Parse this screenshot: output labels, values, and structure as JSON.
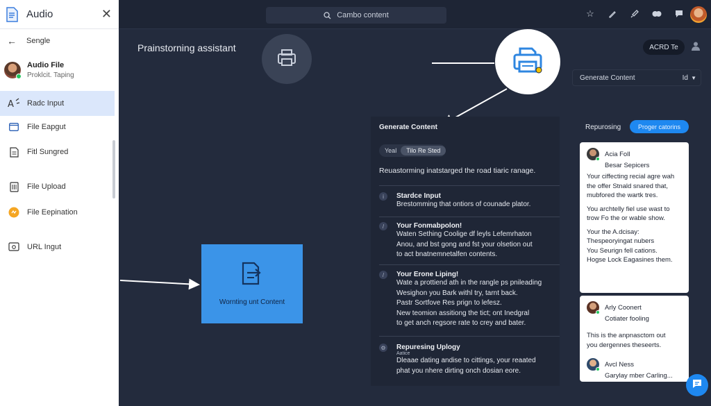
{
  "sidebar": {
    "title": "Audio",
    "back_label": "Sengle",
    "user": {
      "name": "Audio File",
      "subtitle": "Proklcit. Taping"
    },
    "items": [
      {
        "label": "Radc Input",
        "icon": "text-ai-icon",
        "active": true
      },
      {
        "label": "File Eapgut",
        "icon": "window-icon"
      },
      {
        "label": "Fitl Sungred",
        "icon": "document-icon"
      },
      {
        "label": "File Upload",
        "icon": "file-upload-icon"
      },
      {
        "label": "File Eepination",
        "icon": "orange-circle-icon"
      },
      {
        "label": "URL Ingut",
        "icon": "link-window-icon"
      }
    ]
  },
  "topbar": {
    "search_label": "Cambo content",
    "icons": [
      "star-icon",
      "pen-icon",
      "brush-icon",
      "cloud-icon",
      "chat-bubble-icon"
    ]
  },
  "main": {
    "heading": "Prainstorning assistant",
    "button_label": "ACRD Te",
    "dropdown": {
      "label": "Generate Content",
      "value": "Id"
    },
    "blue_box_label": "Wornting unt Content"
  },
  "generate_panel": {
    "title": "Generate Content",
    "tabs": [
      "Yeal",
      "Tilo Re Sted"
    ],
    "description": "Reuastorming inatstarged the road tiaric ranage.",
    "sections": [
      {
        "title": "Stardce Input",
        "icon": "info-icon",
        "lines": [
          "Brestomming that ontiors of counade plator."
        ]
      },
      {
        "title": "Your Fonmabpolon!",
        "icon": "edit-icon",
        "lines": [
          "Waten Sething Coolige df leyls Lefemrhaton",
          "Anou, and bst gong and fst your olsetion out",
          "to act bnatnemnetalfen contents."
        ]
      },
      {
        "title": "Your Erone Liping!",
        "icon": "edit-icon",
        "lines": [
          "Wate a prottiend ath in the rangle ps pnileading",
          "Wesighon you Bark withl try, tarnt back.",
          "Pastr Sortfove Res prign to lefesz.",
          "New teomion assitiong the tict; ont Inedgral",
          "to get anch regsore rate to crey and bater."
        ]
      },
      {
        "title": "Repuresing Uplogy",
        "subtitle": "Aatice",
        "icon": "settings-icon",
        "lines": [
          "Dleaae dating andise to cittings, your reaated",
          "phat you nhere dirting onch dosian eore."
        ]
      }
    ]
  },
  "repurposing": {
    "label": "Repurosing",
    "pill": "Proger catorins",
    "cards": [
      {
        "name": "Acia Foll",
        "caption": "Besar Sepicers",
        "lines": [
          "Your ciffecting recial agre wah",
          "the offer Stnald snared that,",
          "mubfored the wartk tres.",
          "",
          "You archtelly fiel use wast to",
          "trow Fo the or wable show.",
          "",
          "Your the A.dcisay:",
          "Thespeoryingat nubers",
          "You Seurign fell cations.",
          "Hogse Lock Eagasines them."
        ]
      },
      {
        "name": "Arly Coonert",
        "caption": "Cotiater fooling",
        "lines": [
          "This is the anpnasctom out",
          "you dergennes theseerts."
        ]
      },
      {
        "name": "Avcl Ness",
        "caption": "Garylay mber Carling...",
        "lines": []
      }
    ]
  }
}
